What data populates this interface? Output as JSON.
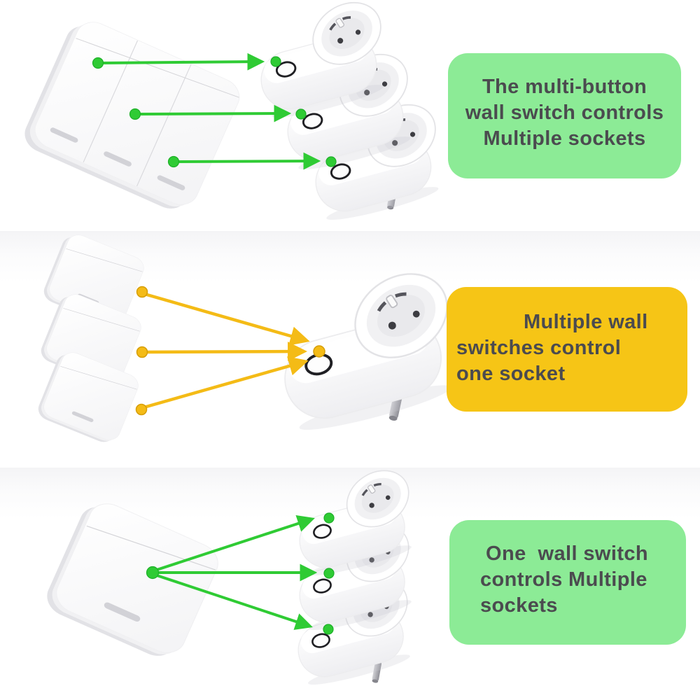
{
  "title": "Smart wall switch and socket pairing infographic",
  "colors": {
    "green_accent": "#2fcb34",
    "yellow_accent": "#f4bb16",
    "green_box": "#8ceb96",
    "yellow_box": "#f6c516",
    "caption_text": "#4b4b4f",
    "section_tint": "#f4f4f6",
    "device_white": "#ffffff"
  },
  "sections": [
    {
      "id": "multi-button-switch-to-many-sockets",
      "caption_lines": [
        "The multi-button",
        "wall switch controls",
        "Multiple sockets"
      ],
      "box_color": "green",
      "connection_color": "green",
      "devices": {
        "wall_switches": 1,
        "switch_buttons": 3,
        "sockets": 3
      },
      "connections": [
        {
          "from": "switch button 1",
          "to": "socket 1"
        },
        {
          "from": "switch button 2",
          "to": "socket 2"
        },
        {
          "from": "switch button 3",
          "to": "socket 3"
        }
      ]
    },
    {
      "id": "many-switches-to-one-socket",
      "caption_lines": [
        "Multiple wall",
        "switches control",
        "one socket"
      ],
      "box_color": "yellow",
      "connection_color": "yellow",
      "devices": {
        "wall_switches": 3,
        "switch_buttons": 1,
        "sockets": 1
      },
      "connections": [
        {
          "from": "switch 1",
          "to": "socket 1"
        },
        {
          "from": "switch 2",
          "to": "socket 1"
        },
        {
          "from": "switch 3",
          "to": "socket 1"
        }
      ]
    },
    {
      "id": "one-switch-to-many-sockets",
      "caption_lines": [
        "One  wall switch",
        "controls Multiple",
        "sockets"
      ],
      "box_color": "green",
      "connection_color": "green",
      "devices": {
        "wall_switches": 1,
        "switch_buttons": 1,
        "sockets": 3
      },
      "connections": [
        {
          "from": "switch 1",
          "to": "socket 1"
        },
        {
          "from": "switch 1",
          "to": "socket 2"
        },
        {
          "from": "switch 1",
          "to": "socket 3"
        }
      ]
    }
  ]
}
